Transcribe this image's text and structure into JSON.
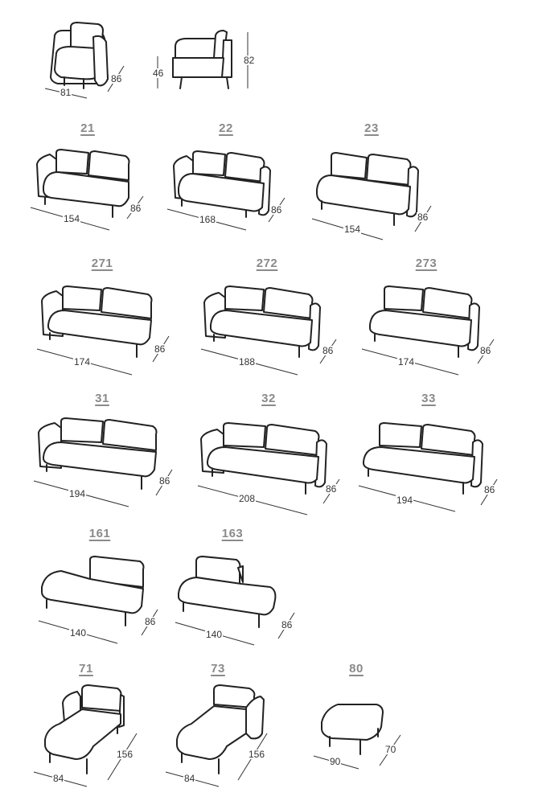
{
  "armchair": {
    "front": {
      "width": "81",
      "depth": "86"
    },
    "side": {
      "seat_height": "46",
      "height": "82"
    }
  },
  "modules": [
    {
      "code": "21",
      "width": "154",
      "depth": "86"
    },
    {
      "code": "22",
      "width": "168",
      "depth": "86"
    },
    {
      "code": "23",
      "width": "154",
      "depth": "86"
    },
    {
      "code": "271",
      "width": "174",
      "depth": "86"
    },
    {
      "code": "272",
      "width": "188",
      "depth": "86"
    },
    {
      "code": "273",
      "width": "174",
      "depth": "86"
    },
    {
      "code": "31",
      "width": "194",
      "depth": "86"
    },
    {
      "code": "32",
      "width": "208",
      "depth": "86"
    },
    {
      "code": "33",
      "width": "194",
      "depth": "86"
    },
    {
      "code": "161",
      "width": "140",
      "depth": "86"
    },
    {
      "code": "163",
      "width": "140",
      "depth": "86"
    },
    {
      "code": "71",
      "width": "84",
      "depth": "156"
    },
    {
      "code": "73",
      "width": "84",
      "depth": "156"
    },
    {
      "code": "80",
      "width": "90",
      "depth": "70"
    }
  ],
  "colors": {
    "line": "#222222",
    "code_label": "#8a8a8a",
    "background": "#ffffff"
  }
}
